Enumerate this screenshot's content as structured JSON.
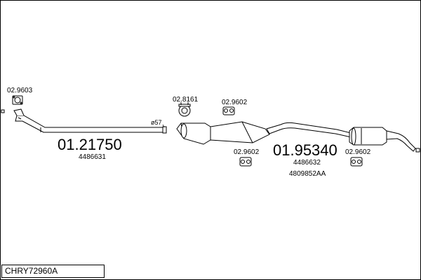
{
  "diagram_code": "CHRY72960A",
  "diameter_label": "ø57",
  "sections": [
    {
      "reference": "01.21750",
      "oem_numbers": [
        "4486631"
      ]
    },
    {
      "reference": "01.95340",
      "oem_numbers": [
        "4486632",
        "4809852AA"
      ]
    }
  ],
  "accessories": [
    {
      "part_number": "02.9603",
      "icon": "gasket-icon"
    },
    {
      "part_number": "02.8161",
      "icon": "clamp-icon"
    },
    {
      "part_number": "02.9602",
      "icon": "rubber-mount-icon"
    },
    {
      "part_number": "02.9602",
      "icon": "rubber-mount-icon"
    },
    {
      "part_number": "02.9602",
      "icon": "rubber-mount-icon"
    }
  ],
  "colors": {
    "line": "#000000",
    "background": "#ffffff"
  }
}
